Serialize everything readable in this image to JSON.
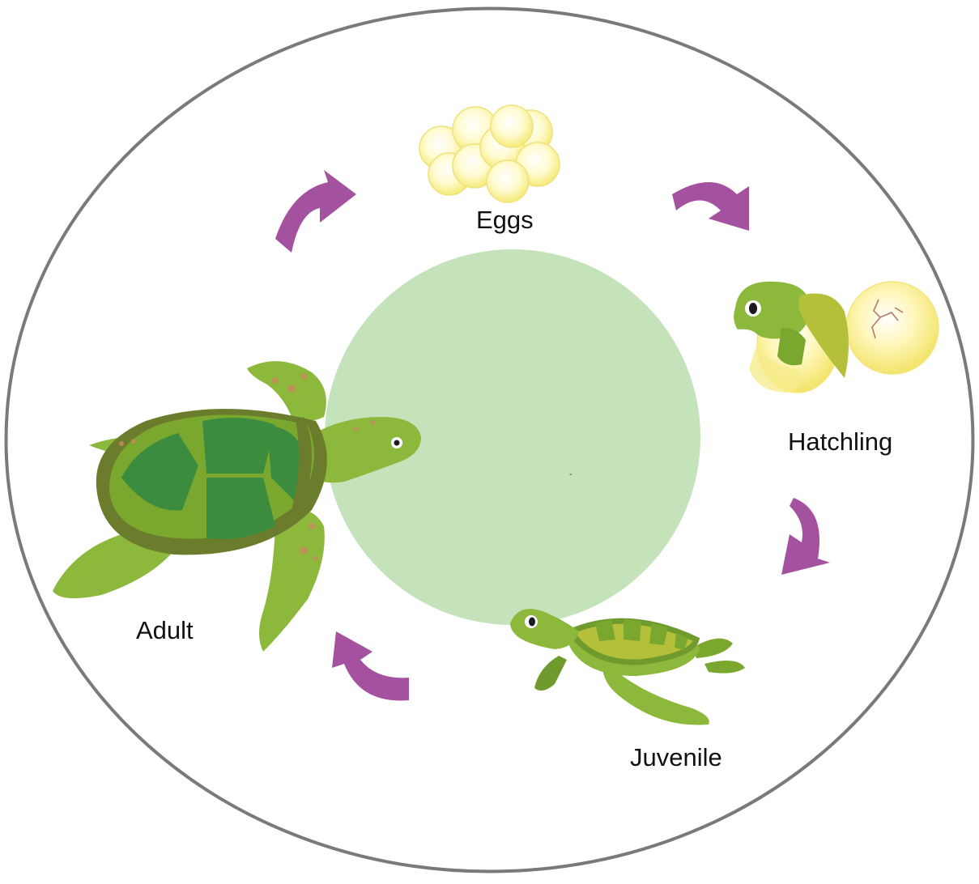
{
  "diagram": {
    "stages": [
      {
        "id": "eggs",
        "label": "Eggs"
      },
      {
        "id": "hatchling",
        "label": "Hatchling"
      },
      {
        "id": "juvenile",
        "label": "Juvenile"
      },
      {
        "id": "adult",
        "label": "Adult"
      }
    ],
    "center_mark": "-"
  },
  "colors": {
    "outline": "#7a7a7a",
    "center_circle": "#c5e3bb",
    "arrow": "#a4519f",
    "egg_fill": "#fdf7b5",
    "egg_glow": "#fffbe0",
    "turtle_light": "#8cb83c",
    "turtle_mid": "#6f9a2e",
    "turtle_dark": "#3b8c3f",
    "shell_rim": "#6b7d2c",
    "spot": "#c98a5e"
  },
  "icons": [
    "eggs-cluster-icon",
    "hatchling-turtle-icon",
    "juvenile-turtle-icon",
    "adult-turtle-icon",
    "cycle-arrow-icon"
  ]
}
